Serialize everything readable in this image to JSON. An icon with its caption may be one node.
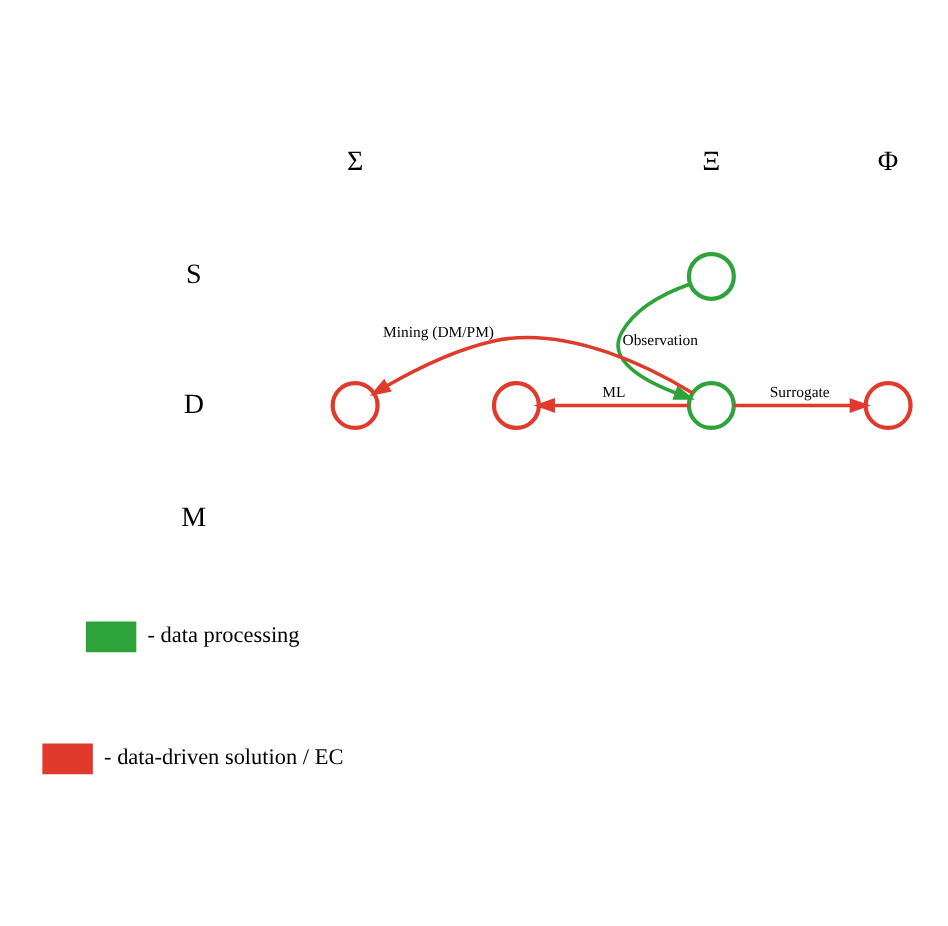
{
  "diagram": {
    "nodes": [
      {
        "text": [],
        "shape": "circle"
      },
      {
        "text": [],
        "shape": "circle"
      },
      {
        "text": [],
        "shape": "circle"
      },
      {
        "text": [],
        "shape": "circle"
      },
      {
        "text": [],
        "shape": "circle"
      }
    ],
    "edges": [
      {
        "from": 0,
        "to": 3,
        "arrow": "to",
        "label": "Observation",
        "color": "#2ea33a"
      },
      {
        "from": 3,
        "to": 2,
        "arrow": "to",
        "label": "ML"
      },
      {
        "from": 3,
        "to": 4,
        "arrow": "to",
        "label": "Surrogate"
      },
      {
        "from": 3,
        "to": 1,
        "arrow": "to",
        "label": "Mining (DM/PM)"
      }
    ],
    "labels": [
      "Σ",
      "Ξ",
      "Φ",
      "S",
      "D",
      "M"
    ],
    "legend": [
      {
        "text": "- data processing",
        "color": "#2ea33a"
      },
      {
        "text": "- data-driven solution / EC",
        "color": "#e03a2c"
      }
    ]
  }
}
